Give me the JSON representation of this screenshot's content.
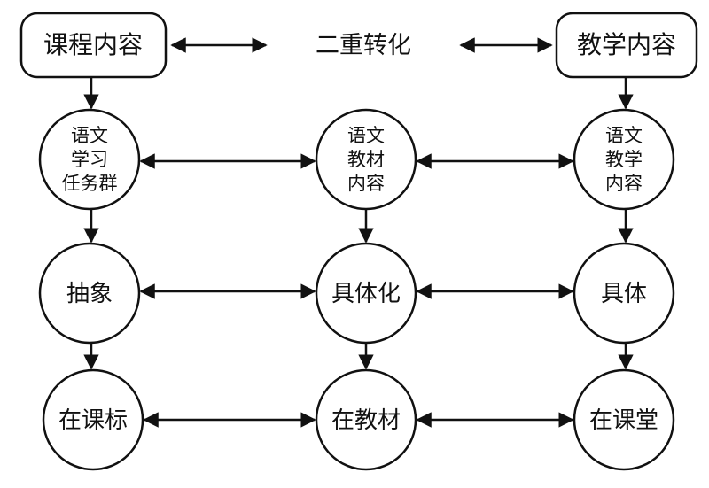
{
  "diagram": {
    "top": {
      "left_box": "课程内容",
      "center_label": "二重转化",
      "right_box": "教学内容"
    },
    "row1": {
      "left": [
        "语文",
        "学习",
        "任务群"
      ],
      "center": [
        "语文",
        "教材",
        "内容"
      ],
      "right": [
        "语文",
        "教学",
        "内容"
      ]
    },
    "row2": {
      "left": "抽象",
      "center": "具体化",
      "right": "具体"
    },
    "row3": {
      "left": "在课标",
      "center": "在教材",
      "right": "在课堂"
    }
  }
}
